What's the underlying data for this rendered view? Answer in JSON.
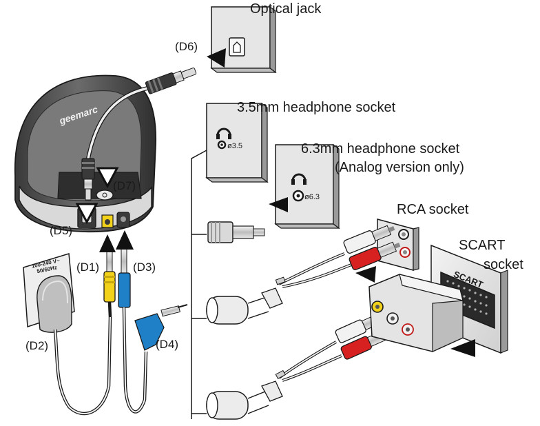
{
  "labels": {
    "optical_jack": "Optical jack",
    "headphone_35": "3.5mm headphone socket",
    "headphone_63": "6.3mm headphone socket",
    "analog_only": "(Analog version only)",
    "rca_socket": "RCA socket",
    "scart_line1": "SCART",
    "scart_line2": "socket",
    "scart_plate": "SCART",
    "size_35": "ø3.5",
    "size_63": "ø6.3",
    "brand": "geemarc",
    "adapter_line1": "100-240 V~",
    "adapter_line2": "50/60Hz"
  },
  "callouts": {
    "d1": "(D1)",
    "d2": "(D2)",
    "d3": "(D3)",
    "d4": "(D4)",
    "d5": "(D5)",
    "d6": "(D6)",
    "d7": "(D7)"
  },
  "colors": {
    "outline": "#1a1a1a",
    "base_dark": "#4a4a4a",
    "plug_yellow": "#f2d21b",
    "plug_blue": "#1f80c8",
    "plug_red": "#d72020",
    "plug_white": "#f2f2f2",
    "panel_gray": "#dcdcdc"
  }
}
